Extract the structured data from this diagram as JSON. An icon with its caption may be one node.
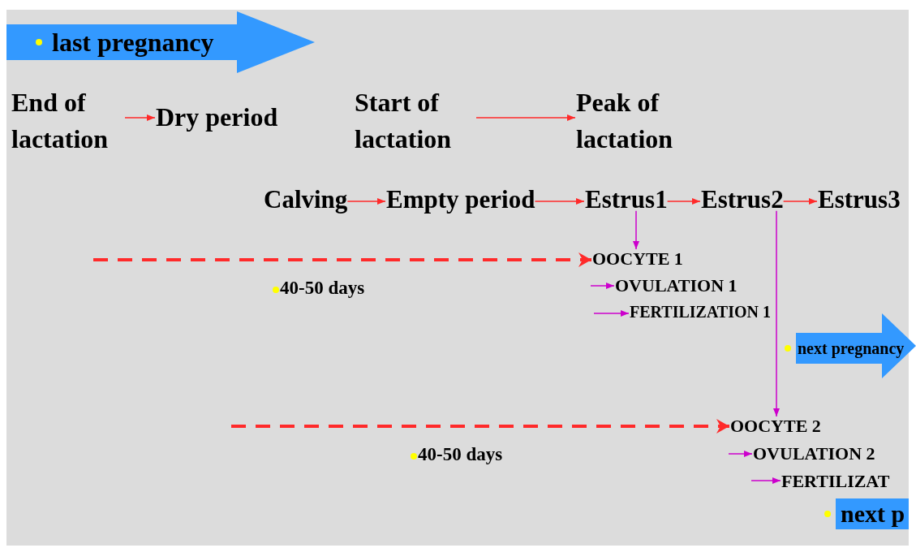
{
  "diagram": {
    "nodes": [
      {
        "text": [
          "last pregnancy"
        ]
      },
      {
        "text": [
          "End of lactation"
        ]
      },
      {
        "text": [
          "Dry period"
        ]
      },
      {
        "text": [
          "Start of lactation"
        ]
      },
      {
        "text": [
          "Peak of lactation"
        ]
      },
      {
        "text": [
          "Calving"
        ]
      },
      {
        "text": [
          "Empty period"
        ]
      },
      {
        "text": [
          "Estrus1"
        ]
      },
      {
        "text": [
          "Estrus2"
        ]
      },
      {
        "text": [
          "Estrus3"
        ]
      },
      {
        "text": [
          "OOCYTE 1"
        ]
      },
      {
        "text": [
          "OVULATION 1"
        ]
      },
      {
        "text": [
          "FERTILIZATION 1"
        ]
      },
      {
        "text": [
          "next pregnancy"
        ]
      },
      {
        "text": [
          "OOCYTE 2"
        ]
      },
      {
        "text": [
          "OVULATION 2"
        ]
      },
      {
        "text": [
          "FERTILIZAT"
        ]
      },
      {
        "text": [
          "next p"
        ]
      }
    ],
    "edges": [
      {
        "from": 1,
        "to": 2,
        "arrow": "to"
      },
      {
        "from": 3,
        "to": 4,
        "arrow": "to"
      },
      {
        "from": 5,
        "to": 6,
        "arrow": "to"
      },
      {
        "from": 6,
        "to": 7,
        "arrow": "to"
      },
      {
        "from": 7,
        "to": 8,
        "arrow": "to"
      },
      {
        "from": 8,
        "to": 9,
        "arrow": "to"
      },
      {
        "from": 7,
        "to": 10,
        "arrow": "to",
        "color": "#cc00cc"
      },
      {
        "from": 8,
        "to": 14,
        "arrow": "to",
        "color": "#cc00cc"
      },
      {
        "from": null,
        "to": 10,
        "arrow": "to",
        "style": "dashed"
      },
      {
        "from": null,
        "to": 11,
        "arrow": "to",
        "color": "#cc00cc"
      },
      {
        "from": null,
        "to": 12,
        "arrow": "to",
        "color": "#cc00cc"
      },
      {
        "from": null,
        "to": 14,
        "arrow": "to",
        "style": "dashed"
      },
      {
        "from": null,
        "to": 15,
        "arrow": "to",
        "color": "#cc00cc"
      },
      {
        "from": null,
        "to": 16,
        "arrow": "to",
        "color": "#cc00cc"
      }
    ],
    "labels": [
      "40-50 days",
      "40-50 days"
    ]
  }
}
